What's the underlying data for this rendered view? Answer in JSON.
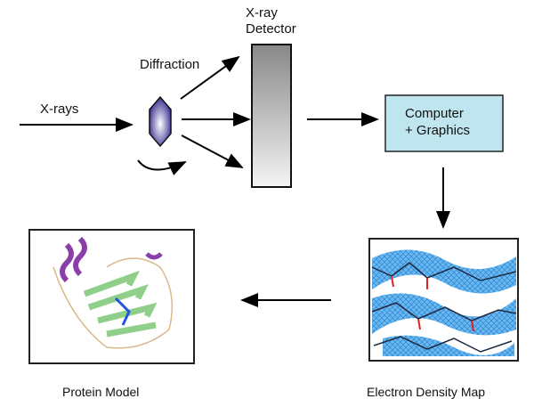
{
  "labels": {
    "xrays": "X-rays",
    "diffraction": "Diffraction",
    "detector_line1": "X-ray",
    "detector_line2": "Detector",
    "computer_line1": "Computer",
    "computer_line2": "+ Graphics",
    "protein_model": "Protein Model",
    "density_map": "Electron Density Map"
  },
  "colors": {
    "computer_box": "#bfe6ee",
    "density": "#3f9fe6",
    "crystal": "#2a1f8a"
  }
}
